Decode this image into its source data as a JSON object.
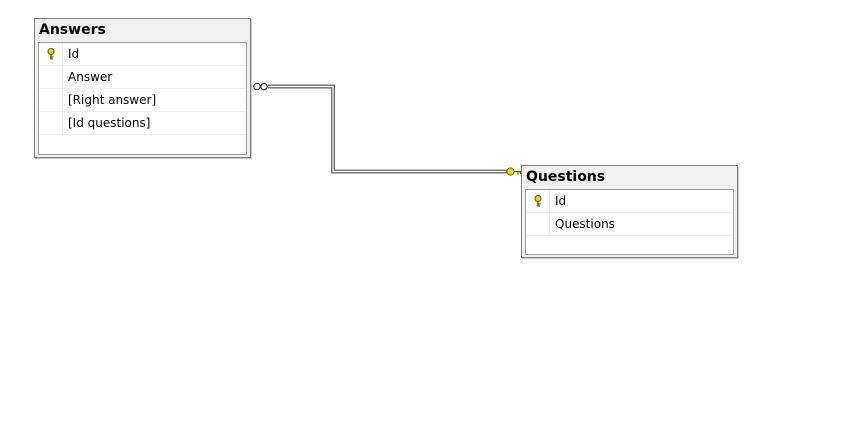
{
  "diagram": {
    "tables": [
      {
        "name": "Answers",
        "columns": [
          {
            "name": "Id",
            "primary_key": true
          },
          {
            "name": "Answer",
            "primary_key": false
          },
          {
            "name": "[Right answer]",
            "primary_key": false
          },
          {
            "name": "[Id questions]",
            "primary_key": false
          }
        ]
      },
      {
        "name": "Questions",
        "columns": [
          {
            "name": "Id",
            "primary_key": true
          },
          {
            "name": "Questions",
            "primary_key": false
          }
        ]
      }
    ],
    "relationship": {
      "from_table": "Answers",
      "to_table": "Questions",
      "many_end_icon": "infinity-icon",
      "one_end_icon": "key-icon"
    },
    "colors": {
      "key": "#f2d600",
      "relationship_line": "#6e6e6e"
    }
  }
}
